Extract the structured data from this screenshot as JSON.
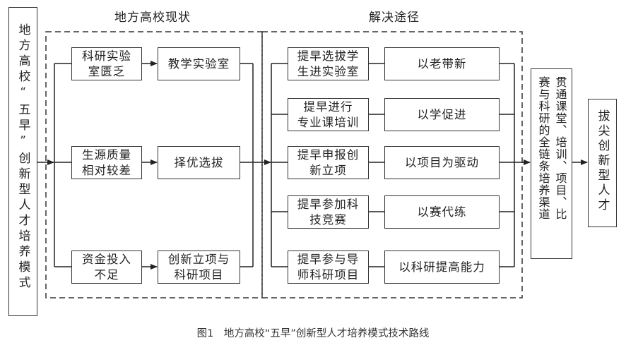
{
  "diagram": {
    "source_label": "地方高校“五早”创新型人才培养模式",
    "section_status": {
      "title": "地方高校现状",
      "rows": [
        {
          "problem": "科研实验室匮乏",
          "problem_lines": [
            "科研实验",
            "室匮乏"
          ],
          "response": "教学实验室",
          "response_lines": [
            "教学实验室"
          ]
        },
        {
          "problem": "生源质量相对较差",
          "problem_lines": [
            "生源质量",
            "相对较差"
          ],
          "response": "择优选拔",
          "response_lines": [
            "择优选拔"
          ]
        },
        {
          "problem": "资金投入不足",
          "problem_lines": [
            "资金投入",
            "不足"
          ],
          "response": "创新立项与科研项目",
          "response_lines": [
            "创新立项与",
            "科研项目"
          ]
        }
      ]
    },
    "section_solutions": {
      "title": "解决途径",
      "rows": [
        {
          "measure_lines": [
            "提早选拔学",
            "生进实验室"
          ],
          "approach": "以老带新"
        },
        {
          "measure_lines": [
            "提早进行",
            "专业课培训"
          ],
          "approach": "以学促进"
        },
        {
          "measure_lines": [
            "提早申报创",
            "新立项"
          ],
          "approach": "以项目为驱动"
        },
        {
          "measure_lines": [
            "提早参加科",
            "技竞赛"
          ],
          "approach": "以赛代练"
        },
        {
          "measure_lines": [
            "提早参与导",
            "师科研项目"
          ],
          "approach": "以科研提高能力"
        }
      ]
    },
    "channel": {
      "text": "贯通课堂、培训、项目、比赛与科研的全链条培养渠道",
      "col1": "贯通课堂、培训、项目、比",
      "col2": "赛与科研的全链条培养渠道"
    },
    "outcome": "拔尖创新型人才"
  },
  "caption": "图1　地方高校“五早”创新型人才培养模式技术路线"
}
